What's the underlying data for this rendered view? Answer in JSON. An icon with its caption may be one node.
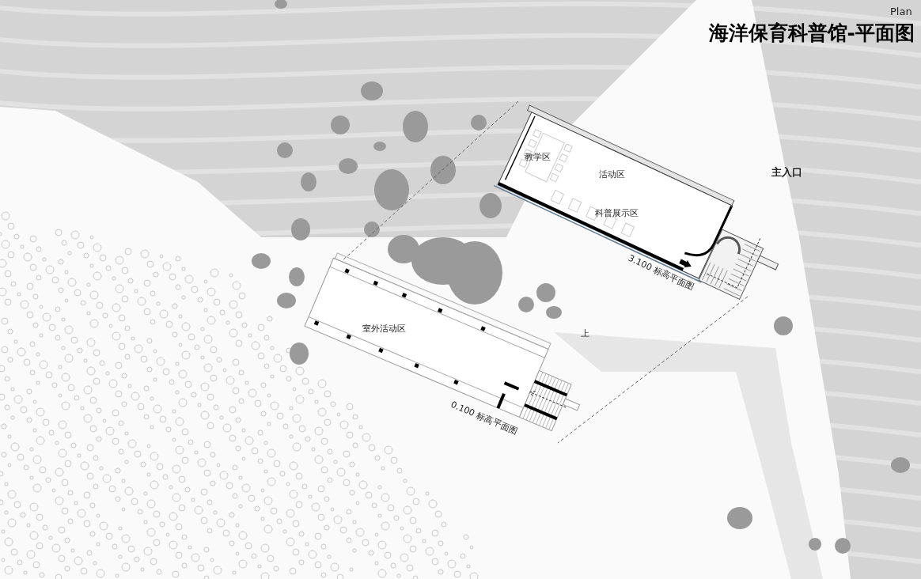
{
  "diagram": {
    "title": "海洋保育科普馆-平面图",
    "nodes": [
      {
        "text": [
          "3.100 标高平面图"
        ]
      },
      {
        "text": [
          "0.100 标高平面图"
        ]
      }
    ],
    "labels": [
      "Plan",
      "教学区",
      "活动区",
      "科普展示区",
      "主入口",
      "室外活动区",
      "上"
    ]
  }
}
